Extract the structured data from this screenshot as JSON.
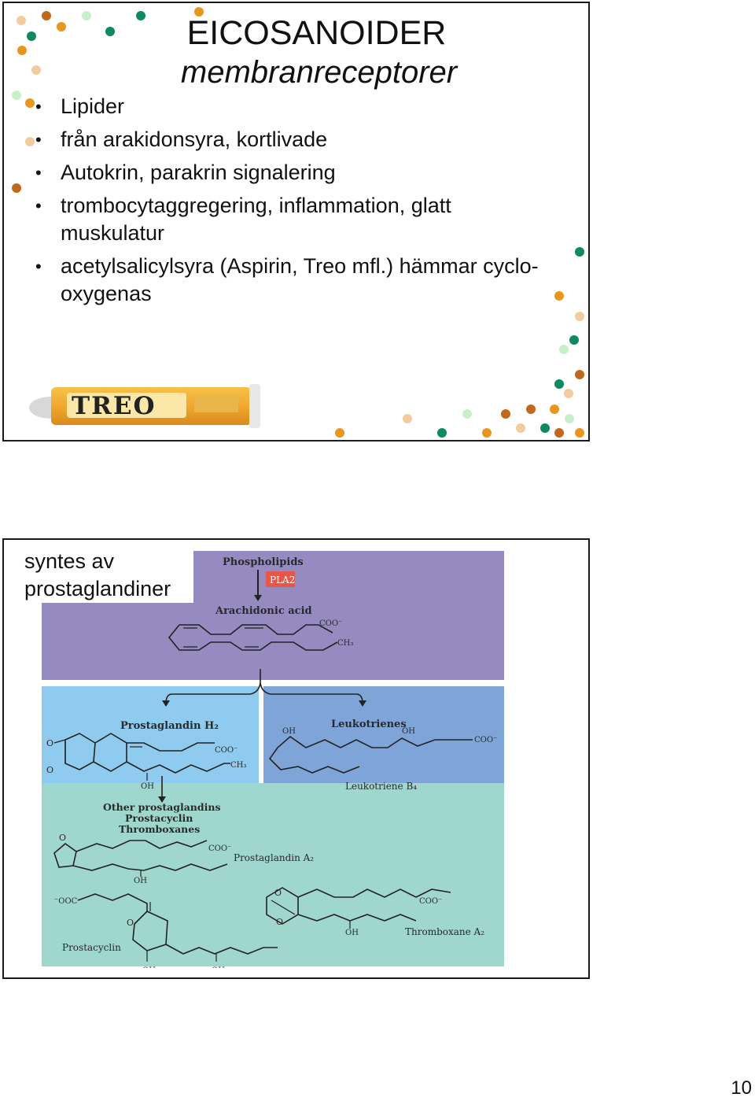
{
  "slide1": {
    "title": "EICOSANOIDER",
    "subtitle": "membranreceptorer",
    "bullets": [
      "Lipider",
      "från arakidonsyra, kortlivade",
      "Autokrin, parakrin signalering",
      "trombocytaggregering, inflammation, glatt muskulatur",
      "acetylsalicylsyra (Aspirin, Treo mfl.) hämmar cyclo-oxygenas"
    ],
    "product_logo": "TREO",
    "dot_colors": [
      "#0e8a5f",
      "#e8961e",
      "#c0681c",
      "#f2cc9e",
      "#c8f0c8"
    ]
  },
  "slide2": {
    "caption": "syntes av prostaglandiner",
    "diagram": {
      "phospholipids": "Phospholipids",
      "enzyme": "PLA2",
      "arachidonic_acid": "Arachidonic acid",
      "coo_minus": "COO⁻",
      "ch3": "CH₃",
      "prostaglandin_h2": "Prostaglandin H₂",
      "leukotrienes": "Leukotrienes",
      "oh": "OH",
      "leukotriene_b4": "Leukotriene B₄",
      "other_prostaglandins": "Other prostaglandins",
      "prostacyclin_header": "Prostacyclin",
      "thromboxanes": "Thromboxanes",
      "prostaglandin_a2": "Prostaglandin A₂",
      "ooc_minus": "⁻OOC",
      "prostacyclin": "Prostacyclin",
      "thromboxane_a2": "Thromboxane A₂",
      "o": "O"
    },
    "colors": {
      "top_panel": "#958bc1",
      "left_panel": "#8ecbee",
      "right_panel": "#7fa4d8",
      "bottom_panel": "#9fd6ce",
      "enzyme_box": "#e8564a"
    }
  },
  "page_number": "10"
}
